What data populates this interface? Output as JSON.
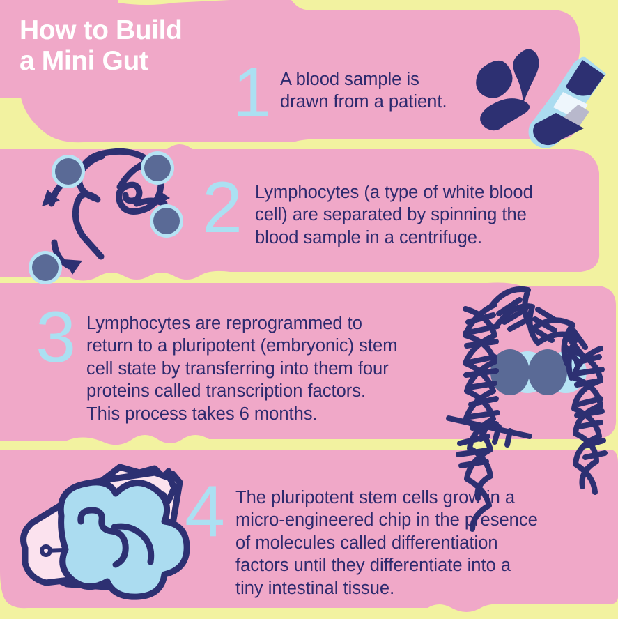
{
  "poster": {
    "title_lines": [
      "How to Build",
      "a Mini Gut"
    ],
    "colors": {
      "background_yellow": "#f2f2a0",
      "panel_pink": "#f0a8c8",
      "title_white": "#ffffff",
      "number_light_blue": "#abe0f2",
      "body_navy": "#2d2a6e",
      "cell_slate": "#5a6a96",
      "cell_ring": "#b6e3f4",
      "chip_pale_pink": "#fbe2ee"
    }
  },
  "steps": [
    {
      "number": "1",
      "lines": [
        "A blood sample is",
        "drawn from a patient."
      ],
      "illustration": "blood-tube-with-droplets"
    },
    {
      "number": "2",
      "lines": [
        "Lymphocytes (a type of white blood",
        "cell) are separated by spinning the",
        "blood sample in a centrifuge."
      ],
      "illustration": "centrifuge-spiral-with-lymphocytes"
    },
    {
      "number": "3",
      "lines": [
        "Lymphocytes are reprogrammed to",
        "return to a pluripotent (embryonic) stem",
        "cell state by transferring into them four",
        "proteins called transcription factors.",
        "This process takes 6 months."
      ],
      "illustration": "dna-double-helix-with-cells"
    },
    {
      "number": "4",
      "lines": [
        "The pluripotent stem cells grow in a",
        "micro-engineered chip in the presence",
        "of molecules called differentiation",
        "factors until they differentiate into a",
        "tiny intestinal tissue."
      ],
      "illustration": "organ-chip-with-stem-cells"
    }
  ]
}
